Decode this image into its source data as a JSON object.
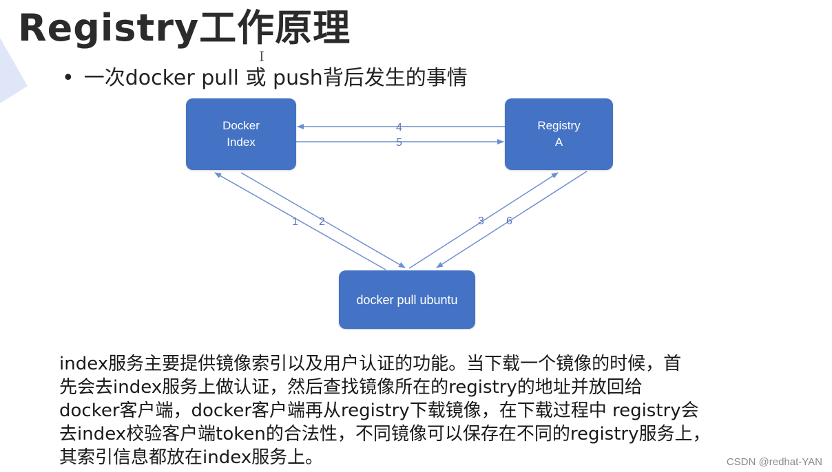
{
  "title": "Registry工作原理",
  "cursor_glyph": "I",
  "bullet": {
    "dot": "•",
    "text": "一次docker pull 或 push背后发生的事情"
  },
  "diagram": {
    "nodes": {
      "index": {
        "line1": "Docker",
        "line2": "Index"
      },
      "registry": {
        "line1": "Registry",
        "line2": "A"
      },
      "client": {
        "label": "docker pull ubuntu"
      }
    },
    "arrow_labels": {
      "a1": "1",
      "a2": "2",
      "a3": "3",
      "a4": "4",
      "a5": "5",
      "a6": "6"
    }
  },
  "paragraph": {
    "line1": "index服务主要提供镜像索引以及用户认证的功能。当下载一个镜像的时候，首",
    "line2": "先会去index服务上做认证，然后查找镜像所在的registry的地址并放回给",
    "line3": "docker客户端，docker客户端再从registry下载镜像，在下载过程中 registry会",
    "line4": "去index校验客户端token的合法性，不同镜像可以保存在不同的registry服务上，",
    "line5": "其索引信息都放在index服务上。"
  },
  "watermark": "CSDN @redhat-YAN",
  "colors": {
    "node_fill": "#4472c4",
    "arrow": "#6f8fcf",
    "deco": "#dfe6f7"
  }
}
